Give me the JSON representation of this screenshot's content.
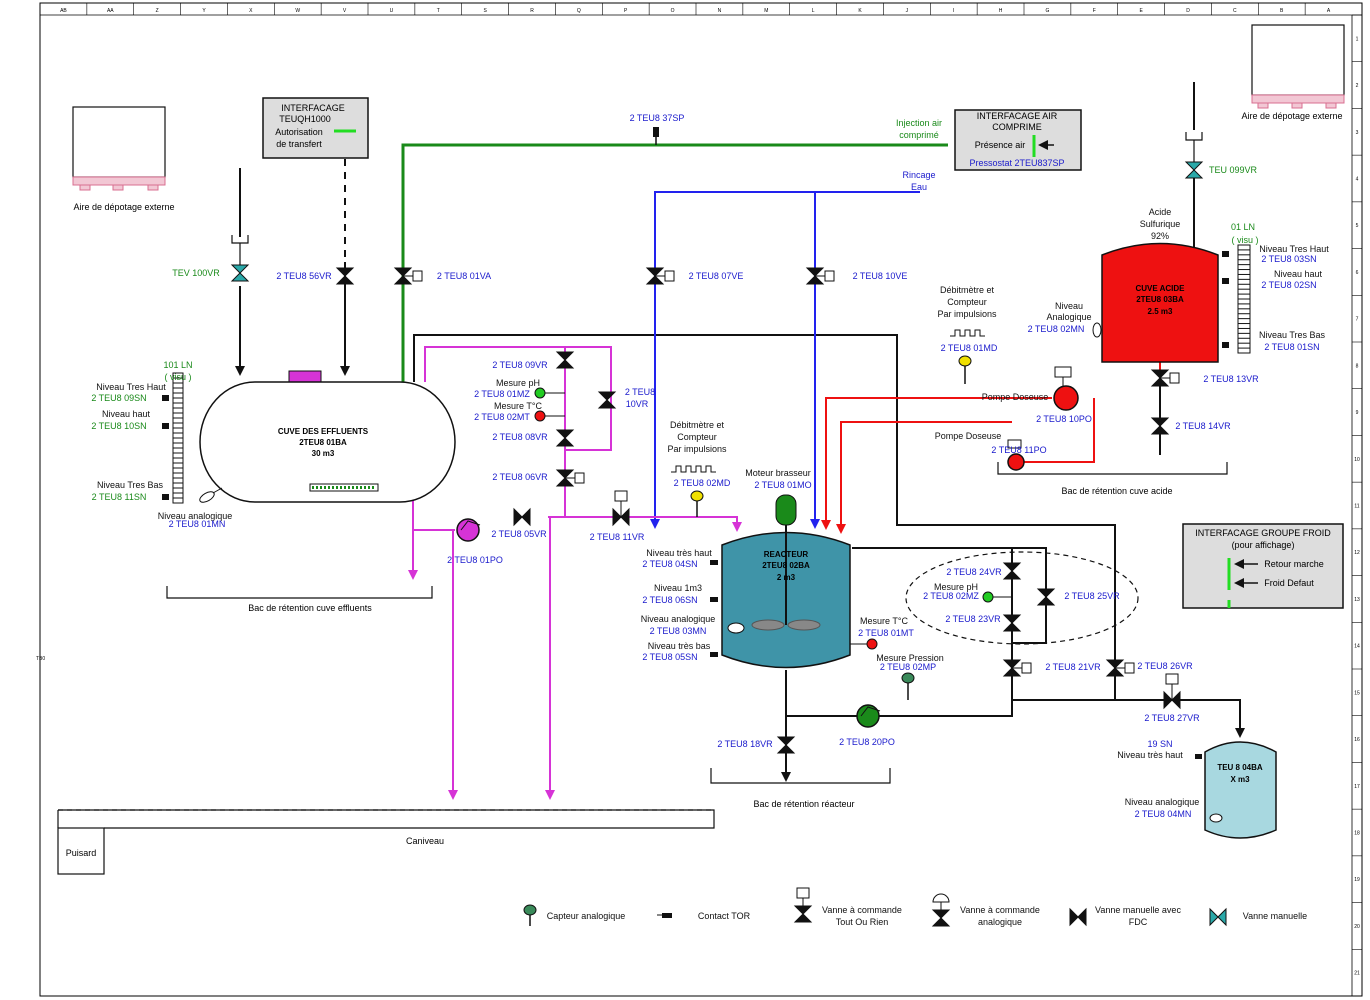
{
  "colors": {
    "air": "#1a8a1a",
    "water": "#2222ee",
    "effluent": "#d633d6",
    "acid": "#ee1111",
    "black": "#111111",
    "reactor": "#3f94a8",
    "acid_tank": "#ee1111",
    "cooling_tank": "#a8d8e0",
    "green_label": "#1a8a1a",
    "blue_label": "#1a1acc"
  },
  "border": {
    "top_letters": [
      "AB",
      "AA",
      "Z",
      "Y",
      "X",
      "W",
      "V",
      "U",
      "T",
      "S",
      "R",
      "Q",
      "P",
      "O",
      "N",
      "M",
      "L",
      "K",
      "J",
      "I",
      "H",
      "G",
      "F",
      "E",
      "D",
      "C",
      "B",
      "A"
    ],
    "right_numbers": [
      "1",
      "2",
      "3",
      "4",
      "5",
      "6",
      "7",
      "8",
      "9",
      "10",
      "11",
      "12",
      "13",
      "14",
      "15",
      "16",
      "17",
      "18",
      "19",
      "20",
      "21"
    ]
  },
  "areas": {
    "left_depot": "Aire de dépotage externe",
    "right_depot": "Aire de dépotage externe",
    "bac_effluents": "Bac de rétention cuve effluents",
    "bac_acide": "Bac de rétention cuve acide",
    "bac_reacteur": "Bac de rétention réacteur",
    "caniveau": "Caniveau",
    "puisard": "Puisard",
    "orphan": "TB0"
  },
  "interfaces": {
    "teuqh": {
      "title1": "INTERFACAGE",
      "title2": "TEUQH1000",
      "line1": "Autorisation",
      "line2": "de transfert"
    },
    "air": {
      "title1": "INTERFACAGE AIR",
      "title2": "COMPRIME",
      "presence": "Présence air",
      "pressostat": "Pressostat 2TEU837SP"
    },
    "froid": {
      "title": "INTERFACAGE GROUPE FROID",
      "subtitle": "(pour affichage)",
      "retour": "Retour marche",
      "defaut": "Froid Defaut"
    }
  },
  "tanks": {
    "effluents": {
      "name": "CUVE DES EFFLUENTS",
      "tag": "2TEU8 01BA",
      "volume": "30 m3"
    },
    "acide": {
      "name": "CUVE ACIDE",
      "tag": "2TEU8 03BA",
      "volume": "2.5 m3"
    },
    "reacteur": {
      "name": "REACTEUR",
      "tag": "2TEU8 02BA",
      "volume": "2 m3"
    },
    "froid": {
      "name": "TEU 8 04BA",
      "volume": "X m3"
    }
  },
  "valves": {
    "tev100": "TEV 100VR",
    "v56": "2 TEU8 56VR",
    "v01va": "2 TEU8 01VA",
    "v07ve": "2 TEU8 07VE",
    "v10ve": "2 TEU8 10VE",
    "v09vr": "2 TEU8 09VR",
    "v10vr_a": "2 TEU8",
    "v10vr_b": "10VR",
    "v08vr": "2 TEU8 08VR",
    "v06vr": "2 TEU8 06VR",
    "v05vr": "2 TEU8 05VR",
    "v11vr": "2 TEU8 11VR",
    "v18vr": "2 TEU8 18VR",
    "v24vr": "2 TEU8 24VR",
    "v25vr": "2 TEU8 25VR",
    "v23vr": "2 TEU8 23VR",
    "v21vr": "2 TEU8 21VR",
    "v26vr": "2 TEU8 26VR",
    "v27vr": "2 TEU8 27VR",
    "v13vr": "2 TEU8 13VR",
    "v14vr": "2 TEU8 14VR",
    "v099vr": "TEU 099VR"
  },
  "instruments": {
    "sp37": "2 TEU8 37SP",
    "inj1": "Injection air",
    "inj2": "comprimé",
    "rinc1": "Rincage",
    "rinc2": "Eau",
    "eff_visu1": "101 LN",
    "eff_visu2": "( visu )",
    "eff_nth": "Niveau Tres Haut",
    "eff_09sn": "2 TEU8 09SN",
    "eff_nh": "Niveau haut",
    "eff_10sn": "2 TEU8 10SN",
    "eff_ntb": "Niveau Tres Bas",
    "eff_11sn": "2 TEU8 11SN",
    "eff_na": "Niveau analogique",
    "eff_01mn": "2 TEU8 01MN",
    "ph_lbl": "Mesure pH",
    "mz01": "2 TEU8 01MZ",
    "t_lbl": "Mesure T°C",
    "mt02": "2 TEU8 02MT",
    "deb2_1": "Débitmètre et",
    "deb2_2": "Compteur",
    "deb2_3": "Par impulsions",
    "md02": "2 TEU8 02MD",
    "deb1_1": "Débitmètre et",
    "deb1_2": "Compteur",
    "deb1_3": "Par impulsions",
    "md01": "2 TEU8 01MD",
    "moteur": "Moteur brasseur",
    "mo01": "2 TEU8 01MO",
    "po01": "2 TEU8 01PO",
    "r_nth": "Niveau très haut",
    "sn04": "2 TEU8 04SN",
    "r_1m3": "Niveau 1m3",
    "sn06": "2 TEU8 06SN",
    "r_na": "Niveau analogique",
    "mn03": "2 TEU8 03MN",
    "r_ntb": "Niveau très bas",
    "sn05": "2 TEU8 05SN",
    "r_t": "Mesure T°C",
    "mt01": "2 TEU8 01MT",
    "r_p": "Mesure Pression",
    "mp02": "2 TEU8 02MP",
    "po20": "2 TEU8 20PO",
    "l_ph": "Mesure pH",
    "mz02": "2 TEU8 02MZ",
    "acid1": "Acide",
    "acid2": "Sulfurique",
    "acid3": "92%",
    "a_visu1": "01 LN",
    "a_visu2": "( visu )",
    "a_nth": "Niveau Tres Haut",
    "sn03": "2 TEU8 03SN",
    "a_nh": "Niveau haut",
    "sn02": "2 TEU8 02SN",
    "a_ntb": "Niveau Tres Bas",
    "sn01": "2 TEU8 01SN",
    "a_na1": "Niveau",
    "a_na2": "Analogique",
    "mn02": "2 TEU8 02MN",
    "pd10": "Pompe Doseuse",
    "po10": "2 TEU8 10PO",
    "pd11": "Pompe Doseuse",
    "po11": "2 TEU8 11PO",
    "sn19": "19 SN",
    "f_nth": "Niveau très haut",
    "f_na": "Niveau analogique",
    "mn04": "2 TEU8 04MN"
  },
  "legend": {
    "capteur": "Capteur analogique",
    "tor": "Contact TOR",
    "vtor1": "Vanne à commande",
    "vtor2": "Tout Ou Rien",
    "vana1": "Vanne à commande",
    "vana2": "analogique",
    "vfdc1": "Vanne manuelle avec",
    "vfdc2": "FDC",
    "vman": "Vanne manuelle"
  }
}
